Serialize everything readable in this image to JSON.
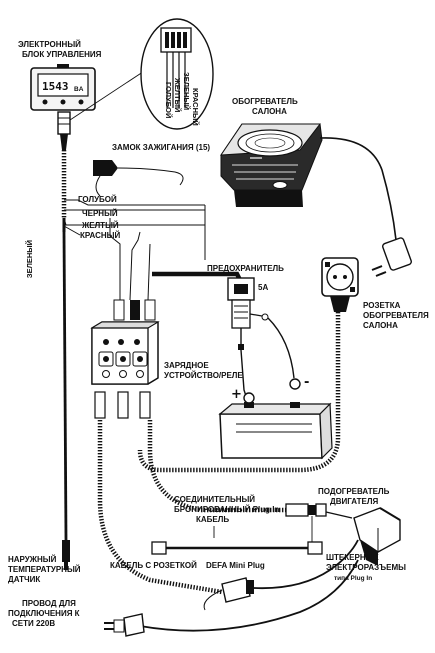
{
  "labels": {
    "control_unit": [
      "ЭЛЕКТРОННЫЙ",
      "БЛОК УПРАВЛЕНИЯ"
    ],
    "display_value": "1543",
    "display_suffix": "BA",
    "connector_wires": [
      "КРАСНЫЙ",
      "ЗЕЛЕНЫЙ",
      "ЖЕЛТЫЙ",
      "ГОЛУБОЙ"
    ],
    "ignition_lock": "ЗАМОК ЗАЖИГАНИЯ (15)",
    "heater": [
      "ОБОГРЕВАТЕЛЬ",
      "САЛОНА"
    ],
    "wire_blue": "ГОЛУБОЙ",
    "wire_black": "ЧЕРНЫЙ",
    "wire_yellow": "ЖЕЛТЫЙ",
    "wire_red": "КРАСНЫЙ",
    "wire_green": "ЗЕЛЕНЫЙ",
    "fuse": "ПРЕДОХРАНИТЕЛЬ",
    "fuse_rating": "5A",
    "heater_socket": [
      "РОЗЕТКА",
      "ОБОГРЕВАТЕЛЯ",
      "САЛОНА"
    ],
    "charger": [
      "ЗАРЯДНОЕ",
      "УСТРОЙСТВО/РЕЛЕ"
    ],
    "battery_plus": "+",
    "battery_minus": "-",
    "engine_heater": [
      "ПОДОГРЕВАТЕЛЬ",
      "ДВИГАТЕЛЯ"
    ],
    "armored_cable": [
      "СОЕДИНИТЕЛЬНЫЙ",
      "БРОНИРОВАННЫЙ Plug In",
      "КАБЕЛЬ"
    ],
    "plug_connectors": [
      "ШТЕКЕРНЫЕ",
      "ЭЛЕКТРОРАЗЪЕМЫ",
      "типа  Plug In"
    ],
    "outdoor_sensor": [
      "НАРУЖНЫЙ",
      "ТЕМПЕРАТУРНЫЙ",
      "ДАТЧИК"
    ],
    "socket_cable": "КАБЕЛЬ С РОЗЕТКОЙ",
    "mini_plug": "DEFA Mini Plug",
    "mains_wire": [
      "ПРОВОД ДЛЯ",
      "ПОДКЛЮЧЕНИЯ К",
      "СЕТИ 220В"
    ]
  }
}
